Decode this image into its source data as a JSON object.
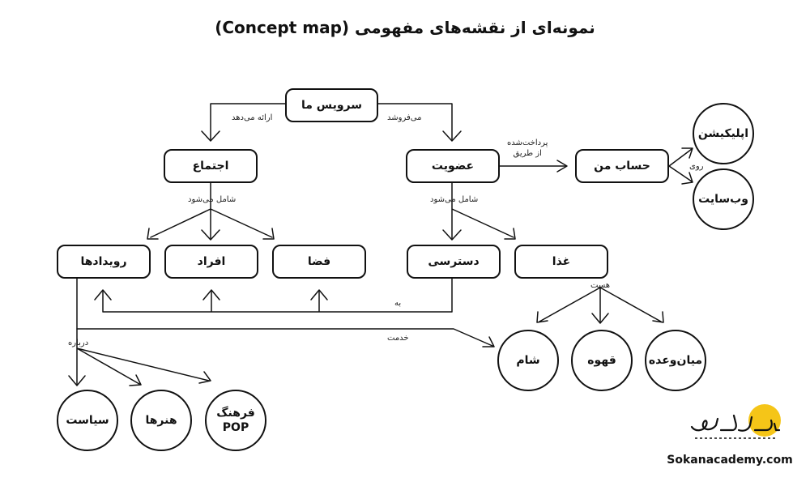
{
  "title": "نمونه‌ای از نقشه‌های مفهومی (Concept map)",
  "nodes": {
    "service": "سرویس ما",
    "gathering": "اجتماع",
    "membership": "عضویت",
    "account": "حساب من",
    "events": "رویدادها",
    "people": "افراد",
    "space": "فضا",
    "access": "دسترسی",
    "food": "غذا"
  },
  "circles": {
    "app": "اپلیکیشن",
    "website": "وب‌سایت",
    "politics": "سیاست",
    "arts": "هنرها",
    "pop_culture_line1": "فرهنگ",
    "pop_culture_line2": "POP",
    "dinner": "شام",
    "coffee": "قهوه",
    "snack": "میان‌وعده"
  },
  "edge_labels": {
    "provides": "ارائه می‌دهد",
    "sells": "می‌فروشد",
    "paid_line1": "پرداخت‌شده",
    "paid_line2": "از طریق",
    "on": "روی",
    "includes_left": "شامل می‌شود",
    "includes_right": "شامل می‌شود",
    "to": "به",
    "service": "خدمت",
    "about": "درباره",
    "is": "هست"
  },
  "brand": {
    "website": "Sokanacademy.com",
    "accent": "#F5C518"
  }
}
